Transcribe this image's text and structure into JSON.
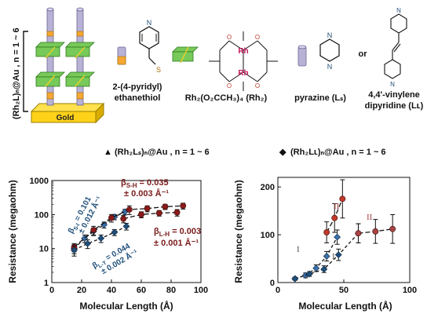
{
  "scheme": {
    "stack_label": "(Rh₂L)ₙ@Au , n = 1 ~ 6",
    "gold_label": "Gold",
    "legend": [
      {
        "name": "linker-anchor",
        "label_line1": "2-(4-pyridyl)",
        "label_line2": "ethanethiol"
      },
      {
        "name": "rh2-paddlewheel",
        "label_line1": "Rh₂(O₂CCH₃)₄ (Rh₂)",
        "label_line2": ""
      },
      {
        "name": "pyrazine",
        "label_line1": "pyrazine (Lₛ)",
        "label_line2": ""
      },
      {
        "name": "vinylene",
        "label_line1": "4,4'-vinylene",
        "label_line2": "dipyridine (Lʟ)"
      }
    ],
    "or_word": "or",
    "structure_text": {
      "rh": "Rh",
      "o": "O",
      "n": "N",
      "s": "S"
    }
  },
  "chart_data": [
    {
      "type": "line",
      "title": "(Rh₂Lₛ)ₙ@Au , n = 1 ~ 6",
      "title_marker": "▲",
      "xlabel": "Molecular Length (Å)",
      "ylabel": "Resistance (megaohm)",
      "xlim": [
        0,
        100
      ],
      "ylim": [
        1,
        1000
      ],
      "yscale": "log",
      "xticks": [
        0,
        20,
        40,
        60,
        80,
        100
      ],
      "yticks": [
        1,
        10,
        100,
        1000
      ],
      "yticklabels": [
        "1",
        "10",
        "100",
        "1000"
      ],
      "series": [
        {
          "color": "#3a6fa8",
          "marker": "diamond",
          "x": [
            15,
            22,
            28,
            35,
            42,
            49
          ],
          "y": [
            10,
            20,
            32,
            50,
            85,
            120
          ],
          "err": [
            3,
            5,
            8,
            10,
            15,
            22
          ]
        },
        {
          "color": "#8b1a1a",
          "marker": "circle",
          "x": [
            15,
            28,
            40,
            52,
            64,
            76,
            88
          ],
          "y": [
            11,
            35,
            80,
            140,
            150,
            170,
            180
          ],
          "err": [
            3,
            10,
            20,
            40,
            30,
            30,
            35
          ]
        },
        {
          "color": "#1f4e79",
          "marker": "diamond",
          "x": [
            15,
            24,
            33,
            42,
            50
          ],
          "y": [
            9,
            14,
            20,
            30,
            45
          ],
          "err": [
            3,
            4,
            5,
            6,
            10
          ]
        },
        {
          "color": "#8b1a1a",
          "marker": "circle",
          "x": [
            48,
            60,
            72,
            84
          ],
          "y": [
            75,
            100,
            110,
            115
          ],
          "err": [
            18,
            20,
            20,
            25
          ]
        }
      ],
      "annotations": [
        {
          "text": "β",
          "sub": "S-H",
          "rest": " = 0.035",
          "line2": "± 0.003 Å⁻¹",
          "color": "#7a1a1a"
        },
        {
          "text": "β",
          "sub": "S-l",
          "rest": " = 0.101",
          "line2": "± 0.012 Å⁻¹",
          "color": "#1f4e79"
        },
        {
          "text": "β",
          "sub": "L-H",
          "rest": " = 0.003",
          "line2": "± 0.001 Å⁻¹",
          "color": "#7a1a1a"
        },
        {
          "text": "β",
          "sub": "L-T",
          "rest": " = 0.044",
          "line2": "± 0.002 Å⁻¹",
          "color": "#1f4e79"
        }
      ]
    },
    {
      "type": "line",
      "title": "(Rh₂Lʟ)ₙ@Au , n = 1 ~ 6",
      "title_marker": "◆",
      "xlabel": "Molecular Length (Å)",
      "ylabel": "Resistance (megaohm)",
      "xlim": [
        0,
        100
      ],
      "ylim": [
        0,
        220
      ],
      "yscale": "linear",
      "xticks": [
        0,
        50,
        100
      ],
      "yticks": [
        0,
        100,
        200
      ],
      "series": [
        {
          "color": "#3a6fa8",
          "marker": "diamond",
          "x": [
            13,
            21,
            29,
            37,
            45
          ],
          "y": [
            8,
            15,
            30,
            55,
            95
          ],
          "err": [
            3,
            5,
            7,
            10,
            15
          ]
        },
        {
          "color": "#c0392b",
          "marker": "circle",
          "x": [
            37,
            43,
            49
          ],
          "y": [
            105,
            135,
            175
          ],
          "err": [
            22,
            30,
            40
          ]
        },
        {
          "color": "#1f4e79",
          "marker": "diamond",
          "x": [
            13,
            24,
            35,
            46,
            61
          ],
          "y": [
            8,
            18,
            28,
            58,
            103
          ],
          "err": [
            3,
            5,
            7,
            12,
            20
          ]
        },
        {
          "color": "#a84343",
          "marker": "circle",
          "x": [
            61,
            74,
            87
          ],
          "y": [
            103,
            107,
            112
          ],
          "err": [
            20,
            25,
            30
          ]
        }
      ],
      "annotations": [
        {
          "text": "I",
          "color": "#555555"
        },
        {
          "text": "II",
          "color": "#a84343"
        },
        {
          "text": "I",
          "color": "#555555"
        },
        {
          "text": "II",
          "color": "#a84343"
        }
      ]
    }
  ]
}
